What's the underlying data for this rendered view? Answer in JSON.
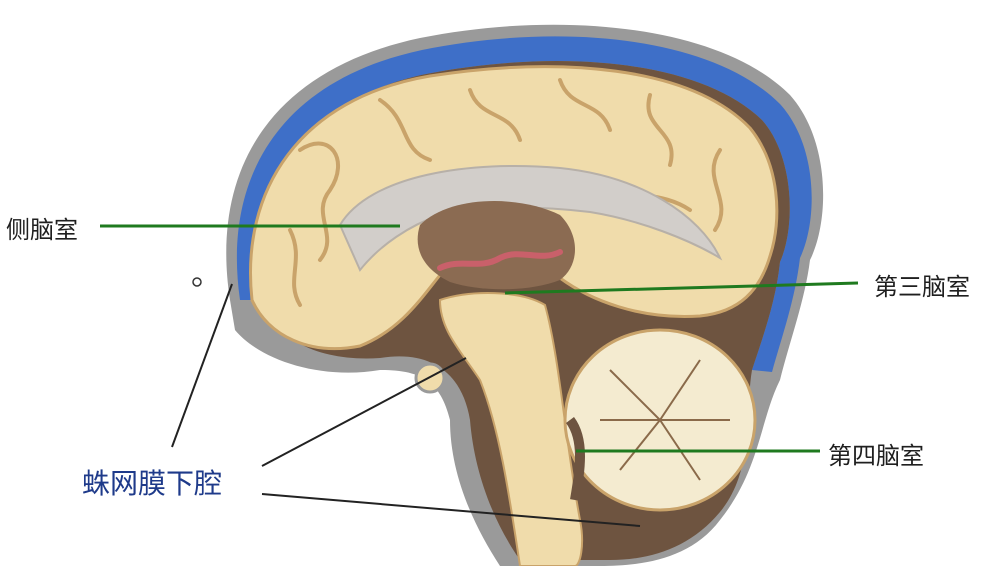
{
  "labels": {
    "lateral_ventricle": "侧脑室",
    "third_ventricle": "第三脑室",
    "fourth_ventricle": "第四脑室",
    "subarachnoid_space": "蛛网膜下腔"
  },
  "colors": {
    "csf_blue": "#3e6fc8",
    "brain_beige": "#f0dcab",
    "cavity_brown": "#6e5440",
    "pointer_green": "#1f7a1f",
    "pointer_dark": "#222222"
  }
}
